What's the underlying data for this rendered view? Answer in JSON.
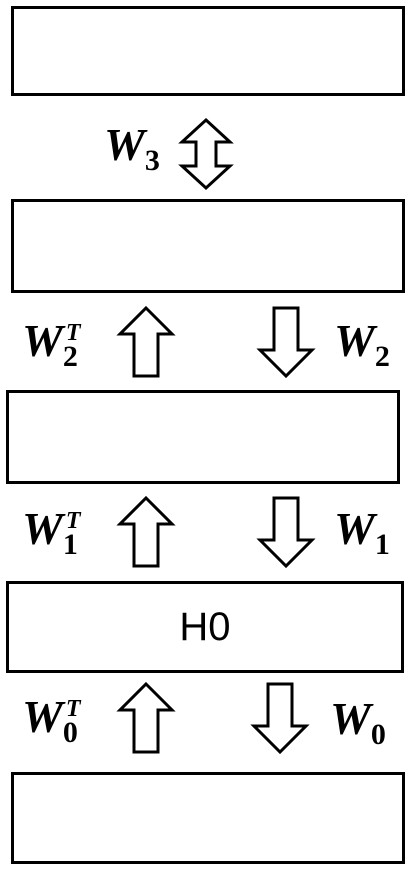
{
  "layers": [
    {
      "label": ""
    },
    {
      "label": ""
    },
    {
      "label": ""
    },
    {
      "label": "H0"
    },
    {
      "label": ""
    }
  ],
  "weights": {
    "w3": {
      "base": "W",
      "sub": "3"
    },
    "w2t": {
      "base": "W",
      "sub": "2",
      "sup": "T"
    },
    "w2": {
      "base": "W",
      "sub": "2"
    },
    "w1t": {
      "base": "W",
      "sub": "1",
      "sup": "T"
    },
    "w1": {
      "base": "W",
      "sub": "1"
    },
    "w0t": {
      "base": "W",
      "sub": "0",
      "sup": "T"
    },
    "w0": {
      "base": "W",
      "sub": "0"
    }
  },
  "arrows": [
    {
      "id": "w3",
      "direction": "bidirectional"
    },
    {
      "id": "w2t",
      "direction": "up"
    },
    {
      "id": "w2",
      "direction": "down"
    },
    {
      "id": "w1t",
      "direction": "up"
    },
    {
      "id": "w1",
      "direction": "down"
    },
    {
      "id": "w0t",
      "direction": "up"
    },
    {
      "id": "w0",
      "direction": "down"
    }
  ]
}
